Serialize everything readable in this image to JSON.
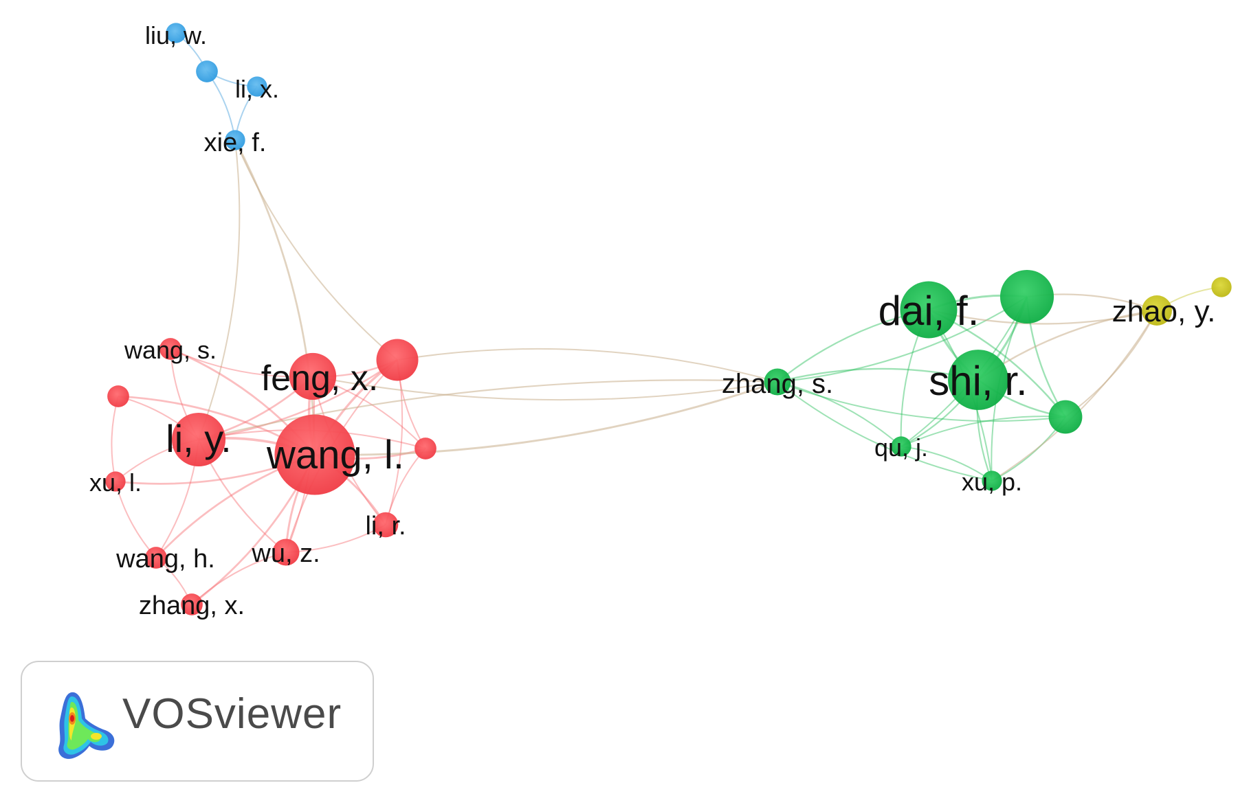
{
  "clusters": {
    "blue": "#3aa6e6",
    "red": "#f4474f",
    "green": "#14b84c",
    "yellow": "#c9c421"
  },
  "nodes": [
    {
      "id": "liu_w",
      "label": "liu, w.",
      "cluster": "blue",
      "weight": 1.2
    },
    {
      "id": "b2",
      "label": "",
      "cluster": "blue",
      "weight": 1.3
    },
    {
      "id": "li_x",
      "label": "li, x.",
      "cluster": "blue",
      "weight": 1.2
    },
    {
      "id": "xie_f",
      "label": "xie, f.",
      "cluster": "blue",
      "weight": 1.2
    },
    {
      "id": "wang_s",
      "label": "wang, s.",
      "cluster": "red",
      "weight": 1.3
    },
    {
      "id": "r_left",
      "label": "",
      "cluster": "red",
      "weight": 1.3
    },
    {
      "id": "feng_x",
      "label": "feng, x.",
      "cluster": "red",
      "weight": 2.8
    },
    {
      "id": "r_top",
      "label": "",
      "cluster": "red",
      "weight": 2.5
    },
    {
      "id": "li_y",
      "label": "li, y.",
      "cluster": "red",
      "weight": 3.2
    },
    {
      "id": "wang_l",
      "label": "wang, l.",
      "cluster": "red",
      "weight": 4.8
    },
    {
      "id": "r_right",
      "label": "",
      "cluster": "red",
      "weight": 1.3
    },
    {
      "id": "xu_l",
      "label": "xu, l.",
      "cluster": "red",
      "weight": 1.2
    },
    {
      "id": "li_r",
      "label": "li, r.",
      "cluster": "red",
      "weight": 1.5
    },
    {
      "id": "wu_z",
      "label": "wu, z.",
      "cluster": "red",
      "weight": 1.6
    },
    {
      "id": "wang_h",
      "label": "wang, h.",
      "cluster": "red",
      "weight": 1.3
    },
    {
      "id": "zhang_x",
      "label": "zhang, x.",
      "cluster": "red",
      "weight": 1.3
    },
    {
      "id": "zhang_s",
      "label": "zhang, s.",
      "cluster": "green",
      "weight": 1.6
    },
    {
      "id": "dai_f",
      "label": "dai, f.",
      "cluster": "green",
      "weight": 3.4
    },
    {
      "id": "g_top",
      "label": "",
      "cluster": "green",
      "weight": 3.2
    },
    {
      "id": "shi_r",
      "label": "shi, r.",
      "cluster": "green",
      "weight": 3.6
    },
    {
      "id": "g_right",
      "label": "",
      "cluster": "green",
      "weight": 2.0
    },
    {
      "id": "qu_j",
      "label": "qu, j.",
      "cluster": "green",
      "weight": 1.2
    },
    {
      "id": "xu_p",
      "label": "xu, p.",
      "cluster": "green",
      "weight": 1.2
    },
    {
      "id": "zhao_y",
      "label": "zhao, y.",
      "cluster": "yellow",
      "weight": 1.8
    },
    {
      "id": "y_right",
      "label": "",
      "cluster": "yellow",
      "weight": 1.2
    }
  ],
  "links": [
    [
      "liu_w",
      "b2"
    ],
    [
      "b2",
      "li_x"
    ],
    [
      "b2",
      "xie_f"
    ],
    [
      "li_x",
      "xie_f"
    ],
    [
      "xie_f",
      "li_y"
    ],
    [
      "xie_f",
      "r_top"
    ],
    [
      "xie_f",
      "wang_l"
    ],
    [
      "wang_s",
      "li_y"
    ],
    [
      "wang_s",
      "wang_l"
    ],
    [
      "wang_s",
      "feng_x"
    ],
    [
      "r_left",
      "li_y"
    ],
    [
      "r_left",
      "xu_l"
    ],
    [
      "r_left",
      "wang_l"
    ],
    [
      "feng_x",
      "wang_l"
    ],
    [
      "feng_x",
      "li_y"
    ],
    [
      "feng_x",
      "r_top"
    ],
    [
      "feng_x",
      "r_right"
    ],
    [
      "feng_x",
      "li_r"
    ],
    [
      "feng_x",
      "wu_z"
    ],
    [
      "r_top",
      "wang_l"
    ],
    [
      "r_top",
      "li_y"
    ],
    [
      "r_top",
      "r_right"
    ],
    [
      "r_top",
      "li_r"
    ],
    [
      "r_top",
      "wu_z"
    ],
    [
      "li_y",
      "wang_l"
    ],
    [
      "li_y",
      "xu_l"
    ],
    [
      "li_y",
      "wang_h"
    ],
    [
      "li_y",
      "wu_z"
    ],
    [
      "li_y",
      "r_right"
    ],
    [
      "wang_l",
      "r_right"
    ],
    [
      "wang_l",
      "li_r"
    ],
    [
      "wang_l",
      "wu_z"
    ],
    [
      "wang_l",
      "zhang_x"
    ],
    [
      "wang_l",
      "wang_h"
    ],
    [
      "wang_l",
      "xu_l"
    ],
    [
      "r_right",
      "li_r"
    ],
    [
      "li_r",
      "wu_z"
    ],
    [
      "wu_z",
      "zhang_x"
    ],
    [
      "wang_h",
      "zhang_x"
    ],
    [
      "xu_l",
      "wang_h"
    ],
    [
      "r_top",
      "zhang_s"
    ],
    [
      "wang_l",
      "zhang_s"
    ],
    [
      "li_y",
      "zhang_s"
    ],
    [
      "feng_x",
      "zhang_s"
    ],
    [
      "zhang_s",
      "dai_f"
    ],
    [
      "zhang_s",
      "g_top"
    ],
    [
      "zhang_s",
      "shi_r"
    ],
    [
      "zhang_s",
      "g_right"
    ],
    [
      "zhang_s",
      "qu_j"
    ],
    [
      "zhang_s",
      "xu_p"
    ],
    [
      "dai_f",
      "g_top"
    ],
    [
      "dai_f",
      "shi_r"
    ],
    [
      "dai_f",
      "g_right"
    ],
    [
      "dai_f",
      "qu_j"
    ],
    [
      "dai_f",
      "xu_p"
    ],
    [
      "dai_f",
      "zhao_y"
    ],
    [
      "g_top",
      "shi_r"
    ],
    [
      "g_top",
      "g_right"
    ],
    [
      "g_top",
      "qu_j"
    ],
    [
      "g_top",
      "xu_p"
    ],
    [
      "g_top",
      "zhao_y"
    ],
    [
      "shi_r",
      "g_right"
    ],
    [
      "shi_r",
      "qu_j"
    ],
    [
      "shi_r",
      "xu_p"
    ],
    [
      "shi_r",
      "zhao_y"
    ],
    [
      "g_right",
      "qu_j"
    ],
    [
      "g_right",
      "xu_p"
    ],
    [
      "g_right",
      "zhao_y"
    ],
    [
      "qu_j",
      "xu_p"
    ],
    [
      "xu_p",
      "zhao_y"
    ],
    [
      "zhao_y",
      "y_right"
    ]
  ],
  "logo": {
    "text": "VOSviewer",
    "icon": "vosviewer-density-icon"
  }
}
